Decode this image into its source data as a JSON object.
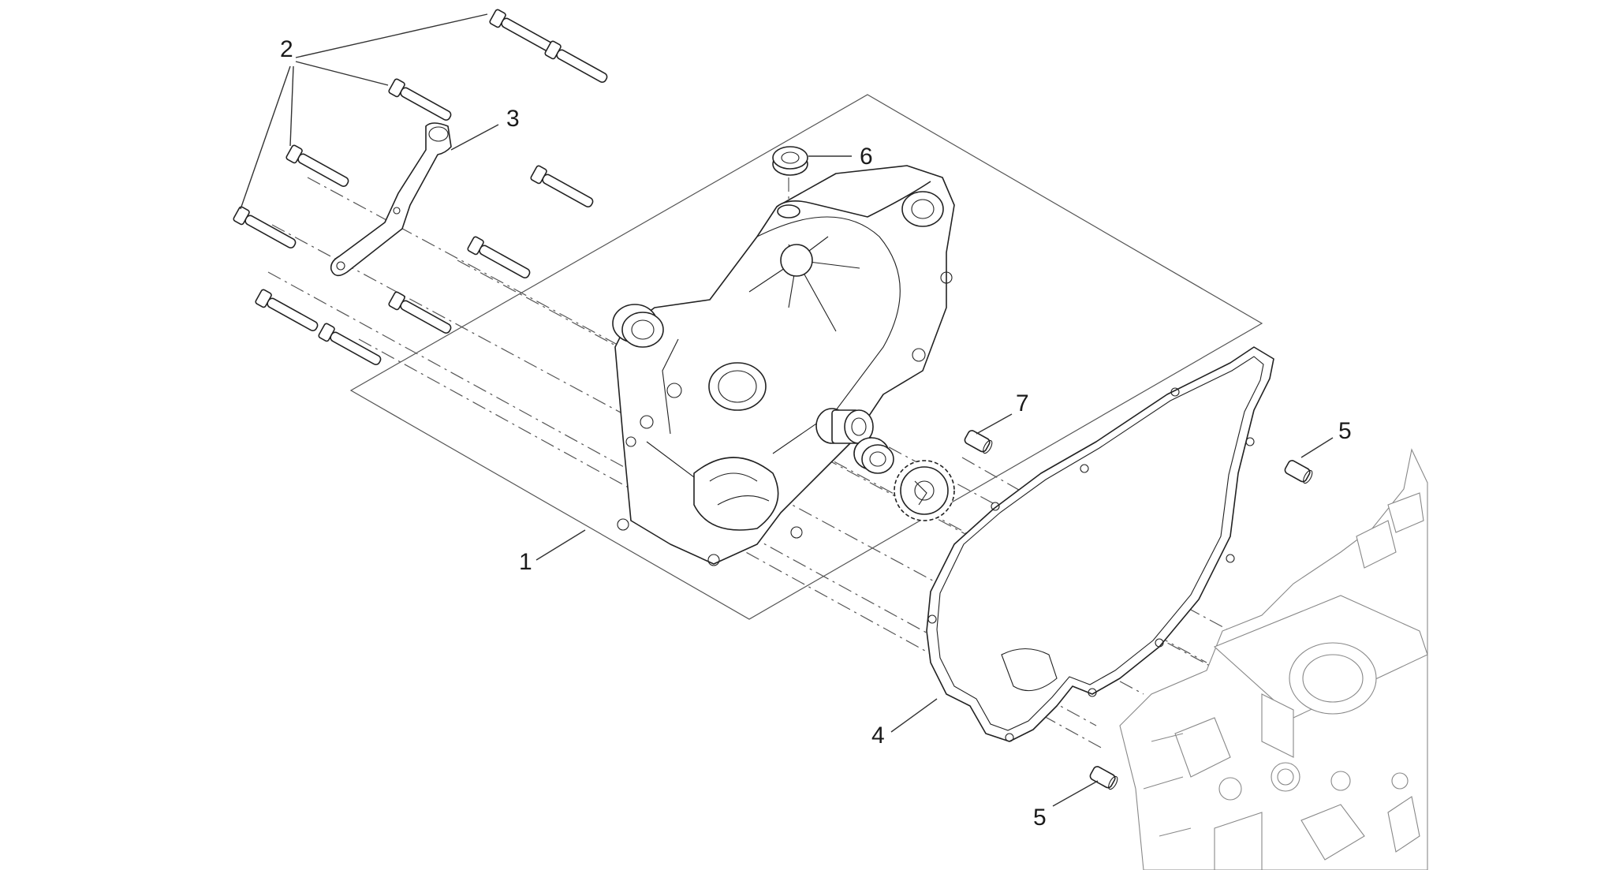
{
  "callouts": {
    "c1": "1",
    "c2": "2",
    "c3": "3",
    "c4": "4",
    "c5a": "5",
    "c5b": "5",
    "c6": "6",
    "c7": "7"
  },
  "colors": {
    "line": "#222222",
    "background": "#ffffff",
    "engine": "#888888"
  }
}
